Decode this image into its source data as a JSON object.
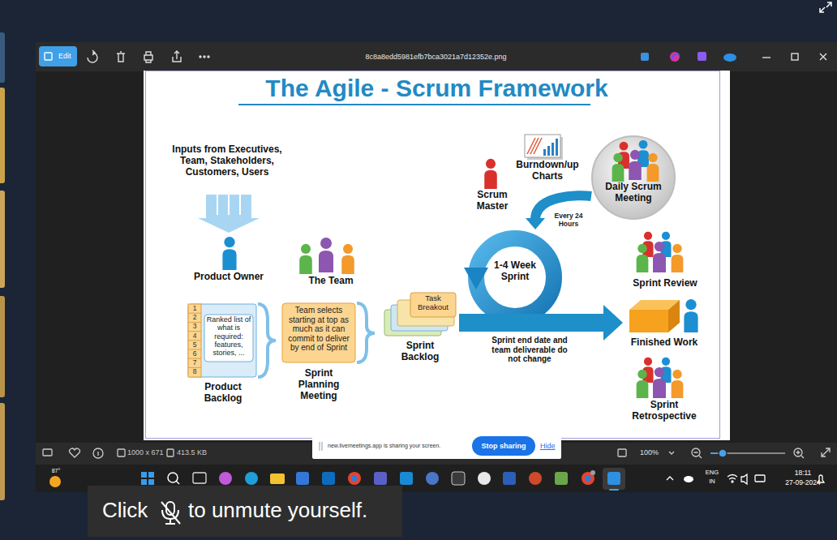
{
  "diagram": {
    "title": "The Agile - Scrum Framework",
    "nodes": [
      {
        "text": [
          "Inputs from Executives, Team, Stakeholders, Customers, Users"
        ]
      },
      {
        "text": [
          "Product Owner"
        ]
      },
      {
        "text": [
          "Ranked list of what is required: features, stories, ...",
          "Product Backlog"
        ]
      },
      {
        "text": [
          "The Team"
        ]
      },
      {
        "text": [
          "Team selects starting at top as much as it can commit to deliver by end of Sprint",
          "Sprint Planning Meeting"
        ]
      },
      {
        "text": [
          "Task Breakout",
          "Sprint Backlog"
        ]
      },
      {
        "text": [
          "1-4 Week Sprint"
        ]
      },
      {
        "text": [
          "Daily Scrum Meeting"
        ]
      },
      {
        "text": [
          "Finished Work"
        ]
      },
      {
        "text": [
          "Sprint Review"
        ]
      },
      {
        "text": [
          "Sprint Retrospective"
        ]
      },
      {
        "text": [
          "Scrum Master"
        ]
      },
      {
        "text": [
          "Burndown/up Charts"
        ]
      }
    ],
    "edges": [
      {
        "from": 0,
        "to": 1,
        "arrow": "to"
      },
      {
        "from": 5,
        "to": 8,
        "arrow": "to"
      },
      {
        "from": 7,
        "to": 6,
        "arrow": "to",
        "label": "Every 24 Hours"
      }
    ],
    "labels": [
      "1",
      "2",
      "3",
      "4",
      "5",
      "6",
      "7",
      "8",
      "Sprint end date and team deliverable do not change",
      "Edit",
      "8c8a8edd5981efb7bca3021a7d12352e.png",
      "1000 x 671",
      "413.5 KB",
      "new.livemeetings.app is sharing your screen.",
      "Stop sharing",
      "Hide",
      "100%",
      "87°",
      "ENG",
      "IN",
      "18:11",
      "27-09-2024",
      "Click",
      "to unmute yourself."
    ]
  }
}
